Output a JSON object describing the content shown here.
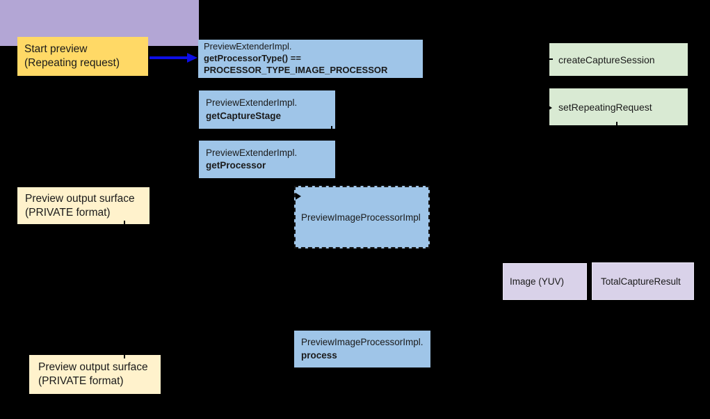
{
  "colors": {
    "bg": "#000000",
    "yellow": "#ffd966",
    "yellowpale": "#fff2cc",
    "blue": "#9fc5e8",
    "green": "#d9ead3",
    "purpleframe": "#b3a6d5",
    "purpleinner": "#d9d2e9",
    "arrowblue": "#0d0ee6",
    "text": "#1a1a1a"
  },
  "boxes": {
    "start": {
      "line1": "Start preview",
      "line2": "(Repeating request)"
    },
    "get_processor_type": {
      "line1": "PreviewExtenderImpl.",
      "line2": "getProcessorType() ==",
      "line3": "PROCESSOR_TYPE_IMAGE_PROCESSOR"
    },
    "get_capture_stage": {
      "line1": "PreviewExtenderImpl.",
      "line2": "getCaptureStage"
    },
    "get_processor": {
      "line1": "PreviewExtenderImpl.",
      "line2": "getProcessor"
    },
    "create_capture_session": {
      "label": "createCaptureSession"
    },
    "set_repeating_request": {
      "label": "setRepeatingRequest"
    },
    "preview_image_processor": {
      "label": "PreviewImageProcessorImpl"
    },
    "image_yuv": {
      "label": "Image (YUV)"
    },
    "total_capture_result": {
      "label": "TotalCaptureResult"
    },
    "process": {
      "line1": "PreviewImageProcessorImpl.",
      "line2": "process"
    },
    "preview_output_surface_mid": {
      "line1": "Preview output surface",
      "line2": "(PRIVATE format)"
    },
    "preview_output_surface_bottom": {
      "line1": "Preview output surface",
      "line2": "(PRIVATE format)"
    }
  }
}
